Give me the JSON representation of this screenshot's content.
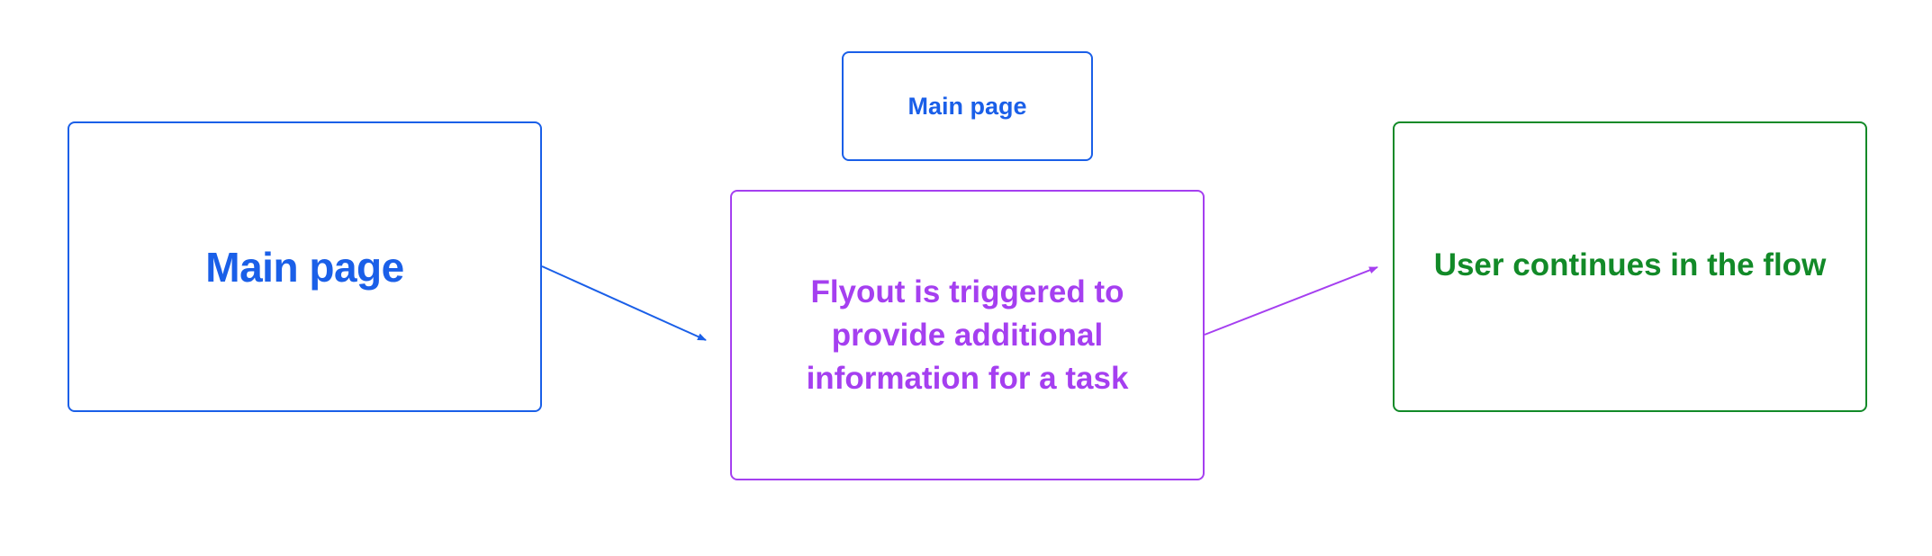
{
  "nodes": {
    "main_page": {
      "label": "Main page"
    },
    "main_page_small": {
      "label": "Main page"
    },
    "flyout": {
      "label": "Flyout is triggered to provide additional information for a task"
    },
    "user_continues": {
      "label": "User continues in the flow"
    }
  },
  "edges": [
    {
      "from": "main_page",
      "to": "flyout"
    },
    {
      "from": "flyout",
      "to": "user_continues"
    }
  ],
  "colors": {
    "primary_blue": "#1a5fe8",
    "flyout_purple": "#a53ff0",
    "success_green": "#128a28"
  }
}
